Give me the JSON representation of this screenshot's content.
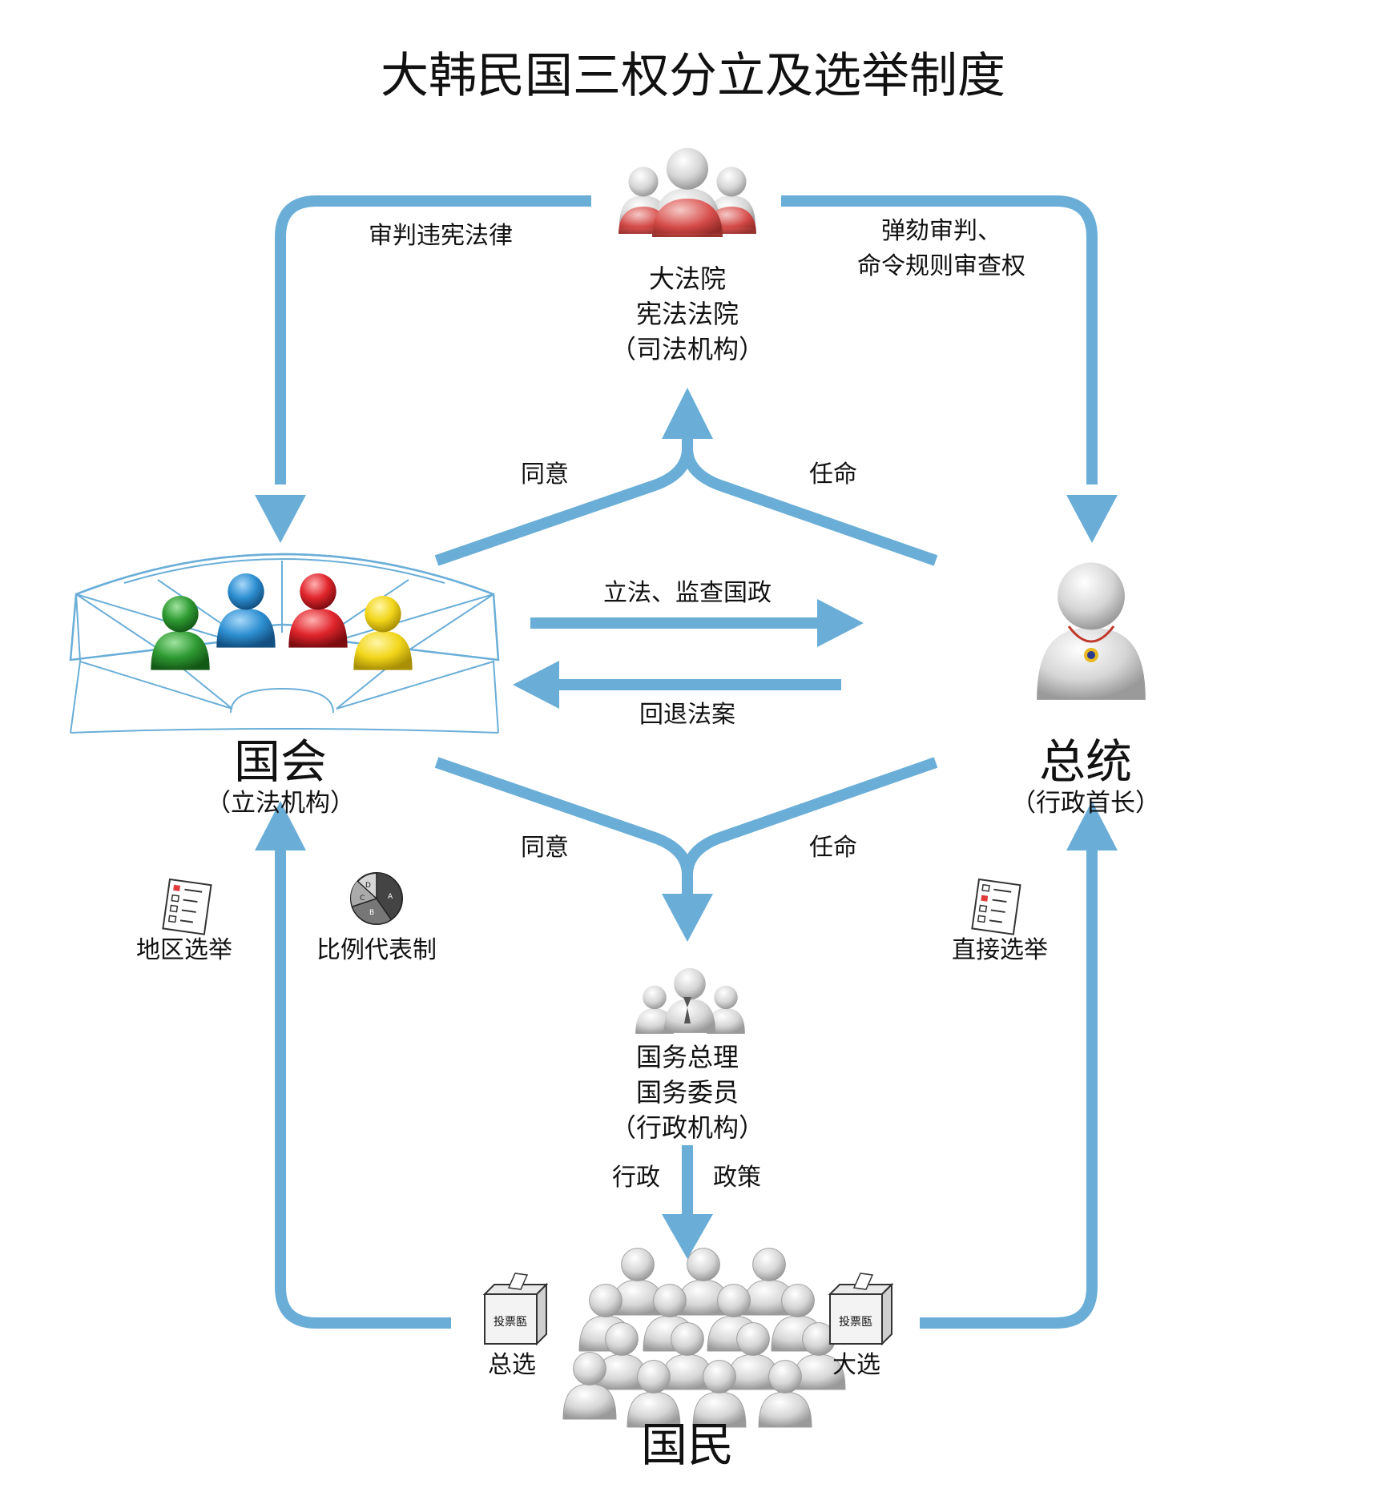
{
  "title": "大韩民国三权分立及选举制度",
  "colors": {
    "arrow": "#6aaed8",
    "court_red": "#d9413e",
    "party_green": "#2e9a32",
    "party_blue": "#2d8fd1",
    "party_red": "#e0252c",
    "party_yellow": "#f2d61a"
  },
  "nodes": {
    "court": {
      "line1": "大法院",
      "line2": "宪法法院",
      "line3": "（司法机构）"
    },
    "assembly": {
      "name": "国会",
      "sub": "（立法机构）"
    },
    "president": {
      "name": "总统",
      "sub": "（行政首长）"
    },
    "cabinet": {
      "line1": "国务总理",
      "line2": "国务委员",
      "line3": "（行政机构）"
    },
    "people": {
      "name": "国民"
    }
  },
  "edges": {
    "assembly_review": "审判违宪法律",
    "president_review_1": "弹劾审判、",
    "president_review_2": "命令规则审查权",
    "consent_top": "同意",
    "appoint_top": "任命",
    "legislate": "立法、监查国政",
    "veto": "回退法案",
    "consent_bottom": "同意",
    "appoint_bottom": "任命",
    "district_election": "地区选举",
    "proportional": "比例代表制",
    "direct_election": "直接选举",
    "admin": "行政",
    "policy": "政策",
    "general_election": "总选",
    "presidential_election": "大选",
    "ballot_box_label": "投票匦",
    "pie_slices": [
      "A",
      "B",
      "C",
      "D"
    ]
  }
}
